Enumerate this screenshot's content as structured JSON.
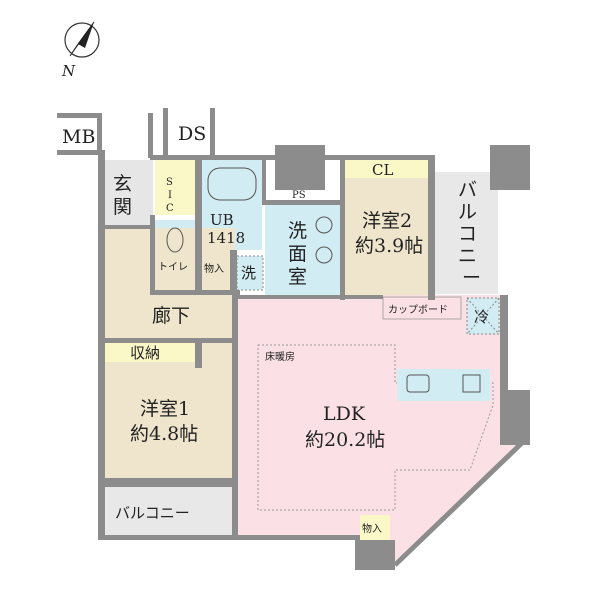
{
  "compass": {
    "north_label": "N",
    "icon": "north-arrow-icon"
  },
  "colors": {
    "wall": "#8c8c8c",
    "entrance": "#e6e6e6",
    "storage": "#fbf8c8",
    "wet": "#d2ecf3",
    "room": "#efe5cc",
    "ldk": "#fbe1e5",
    "balcony": "#e8e8e8"
  },
  "labels": {
    "mb": "MB",
    "ds": "DS",
    "ps": "PS",
    "entrance": [
      "玄",
      "関"
    ],
    "sic": [
      "S",
      "I",
      "C"
    ],
    "ub": "UB",
    "ub_size": "1418",
    "toilet": "トイレ",
    "storage_small": "物入",
    "washer": "洗",
    "washroom": [
      "洗",
      "面",
      "室"
    ],
    "hallway": "廊下",
    "closet": "収納",
    "room1": "洋室1",
    "room1_size": "約4.8帖",
    "room2": "洋室2",
    "room2_size": "約3.9帖",
    "cl": "CL",
    "balcony_right": [
      "バ",
      "ル",
      "コ",
      "ニ",
      "ー"
    ],
    "balcony_bottom": "バルコニー",
    "cupboard": "カップボード",
    "fridge": "冷",
    "floor_heating": "床暖房",
    "ldk": "LDK",
    "ldk_size": "約20.2帖",
    "ldk_storage": "物入"
  }
}
